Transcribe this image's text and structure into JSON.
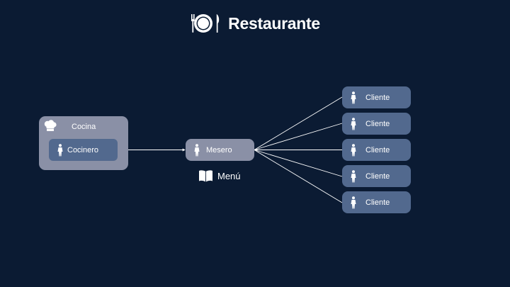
{
  "title": "Restaurante",
  "kitchen": {
    "label": "Cocina",
    "cook_label": "Cocinero"
  },
  "waiter_label": "Mesero",
  "menu_label": "Menú",
  "clients": [
    "Cliente",
    "Cliente",
    "Cliente",
    "Cliente",
    "Cliente"
  ],
  "colors": {
    "background": "#0b1b33",
    "kitchen_box": "#8a90a6",
    "waiter_box": "#8a90a6",
    "client_box": "#52698e",
    "cook_box": "#52698e",
    "lines": "#ffffff"
  },
  "icons": [
    "plate-cutlery-icon",
    "chef-hat-icon",
    "person-icon",
    "book-icon"
  ]
}
